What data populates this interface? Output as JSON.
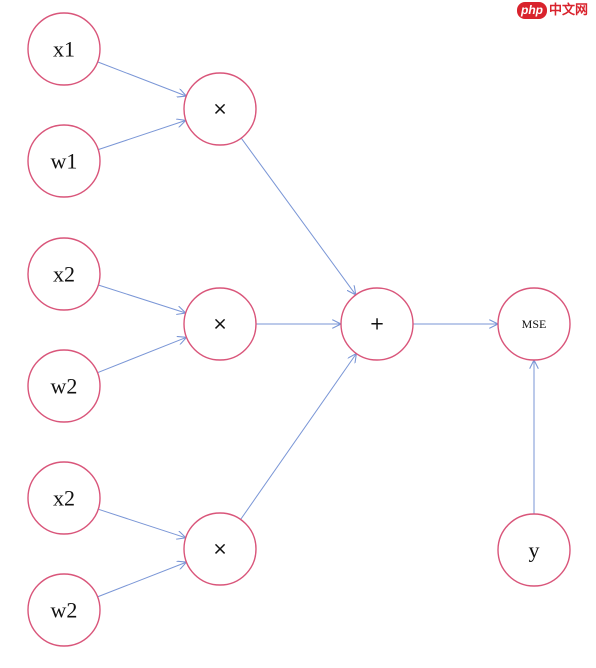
{
  "diagram": {
    "nodes": [
      {
        "id": "x1",
        "label": "x1",
        "kind": "var"
      },
      {
        "id": "w1",
        "label": "w1",
        "kind": "var"
      },
      {
        "id": "x2a",
        "label": "x2",
        "kind": "var"
      },
      {
        "id": "w2a",
        "label": "w2",
        "kind": "var"
      },
      {
        "id": "x2b",
        "label": "x2",
        "kind": "var"
      },
      {
        "id": "w2b",
        "label": "w2",
        "kind": "var"
      },
      {
        "id": "mul1",
        "label": "×",
        "kind": "op"
      },
      {
        "id": "mul2",
        "label": "×",
        "kind": "op"
      },
      {
        "id": "mul3",
        "label": "×",
        "kind": "op"
      },
      {
        "id": "add",
        "label": "+",
        "kind": "op"
      },
      {
        "id": "mse",
        "label": "MSE",
        "kind": "small"
      },
      {
        "id": "y",
        "label": "y",
        "kind": "var"
      }
    ],
    "edges": [
      {
        "from": "x1",
        "to": "mul1"
      },
      {
        "from": "w1",
        "to": "mul1"
      },
      {
        "from": "x2a",
        "to": "mul2"
      },
      {
        "from": "w2a",
        "to": "mul2"
      },
      {
        "from": "x2b",
        "to": "mul3"
      },
      {
        "from": "w2b",
        "to": "mul3"
      },
      {
        "from": "mul1",
        "to": "add"
      },
      {
        "from": "mul2",
        "to": "add"
      },
      {
        "from": "mul3",
        "to": "add"
      },
      {
        "from": "add",
        "to": "mse"
      },
      {
        "from": "y",
        "to": "mse"
      }
    ],
    "colors": {
      "node_stroke": "#d9557a",
      "edge": "#7a96d6",
      "label": "#111111"
    }
  },
  "watermark": {
    "logo": "php",
    "text": "中文网",
    "color": "#d9232d"
  }
}
